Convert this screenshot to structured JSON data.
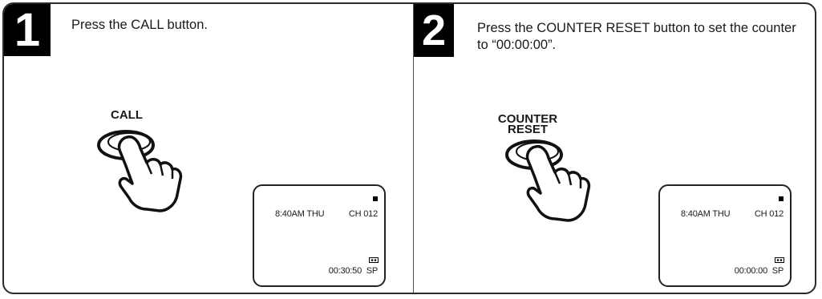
{
  "steps": [
    {
      "number": "1",
      "instruction": "Press the CALL button.",
      "button_label": [
        "CALL"
      ],
      "display": {
        "clock": "8:40AM  THU",
        "channel": "CH 012",
        "counter": "00:30:50",
        "speed": "SP"
      }
    },
    {
      "number": "2",
      "instruction": "Press the COUNTER RESET button to set the counter to “00:00:00”.",
      "button_label": [
        "COUNTER",
        "RESET"
      ],
      "display": {
        "clock": "8:40AM  THU",
        "channel": "CH 012",
        "counter": "00:00:00",
        "speed": "SP"
      }
    }
  ],
  "icons": {
    "hand": "pointing-hand-icon",
    "stop": "stop-icon",
    "cassette": "cassette-icon"
  }
}
